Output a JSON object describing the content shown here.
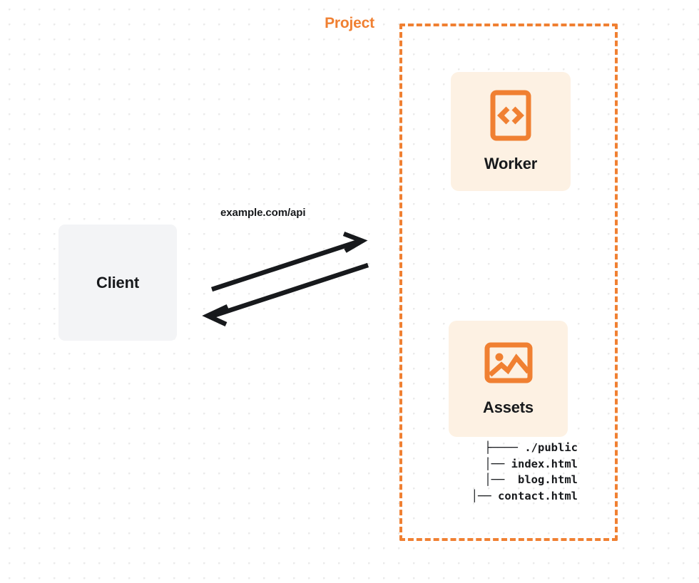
{
  "diagram": {
    "background": {
      "dot_color": "#ebebeb",
      "page_color": "#ffffff"
    },
    "colors": {
      "accent": "#f08032",
      "node_fill": "#fdf1e3",
      "client_fill": "#f3f4f6",
      "text": "#17191c",
      "arrow": "#17191c"
    },
    "client": {
      "label": "Client"
    },
    "project": {
      "title": "Project",
      "nodes": [
        {
          "label": "Worker",
          "icon": "code-brackets-icon"
        },
        {
          "label": "Assets",
          "icon": "image-icon"
        }
      ],
      "file_tree": [
        "├──── ./public",
        "    │── index.html",
        "    │──  blog.html",
        "    │── contact.html"
      ]
    },
    "connection": {
      "label": "example.com/api",
      "request_direction": "client-to-project",
      "response_direction": "project-to-client"
    }
  }
}
